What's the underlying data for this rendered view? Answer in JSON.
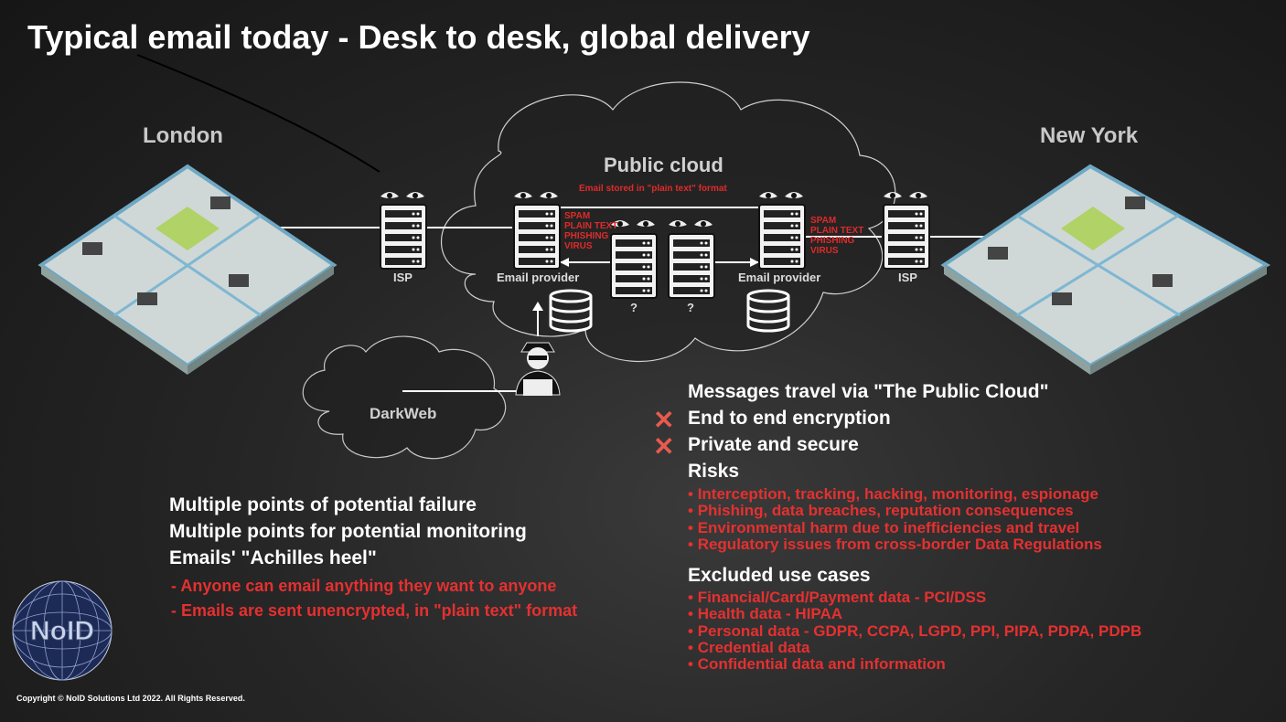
{
  "title": "Typical email today - Desk to desk, global delivery",
  "diagram": {
    "london_label": "London",
    "newyork_label": "New York",
    "cloud_label": "Public cloud",
    "cloud_note": "Email stored in \"plain text\" format",
    "isp_left": "ISP",
    "isp_right": "ISP",
    "provider_left": "Email provider",
    "provider_right": "Email provider",
    "unknown_1": "?",
    "unknown_2": "?",
    "threats_left": [
      "SPAM",
      "PLAIN TEXT",
      "PHISHING",
      "VIRUS"
    ],
    "threats_right": [
      "SPAM",
      "PLAIN TEXT",
      "PHISHING",
      "VIRUS"
    ],
    "darkweb_label": "DarkWeb"
  },
  "right_panel": {
    "heading": "Messages travel via \"The Public Cloud\"",
    "negatives": [
      "End to end encryption",
      "Private and secure"
    ],
    "risks_heading": "Risks",
    "risks": [
      "Interception, tracking, hacking, monitoring, espionage",
      "Phishing, data breaches, reputation consequences",
      "Environmental harm due to inefficiencies and travel",
      "Regulatory issues from cross-border Data Regulations"
    ],
    "excluded_heading": "Excluded use cases",
    "excluded": [
      "Financial/Card/Payment data - PCI/DSS",
      "Health data - HIPAA",
      "Personal data - GDPR, CCPA, LGPD, PPI, PIPA, PDPA, PDPB",
      "Credential data",
      "Confidential data and information"
    ]
  },
  "left_panel": {
    "line1": "Multiple points of potential failure",
    "line2": "Multiple points for potential monitoring",
    "line3": "Emails' \"Achilles heel\"",
    "issue1": "- Anyone can email anything they want to anyone",
    "issue2": "- Emails are sent unencrypted, in \"plain text\" format"
  },
  "logo_text": "NoID",
  "copyright": "Copyright © NoID Solutions Ltd 2022. All Rights Reserved.",
  "colors": {
    "accent_red": "#e53030",
    "x_mark": "#e85a4f",
    "background": "#222222"
  }
}
